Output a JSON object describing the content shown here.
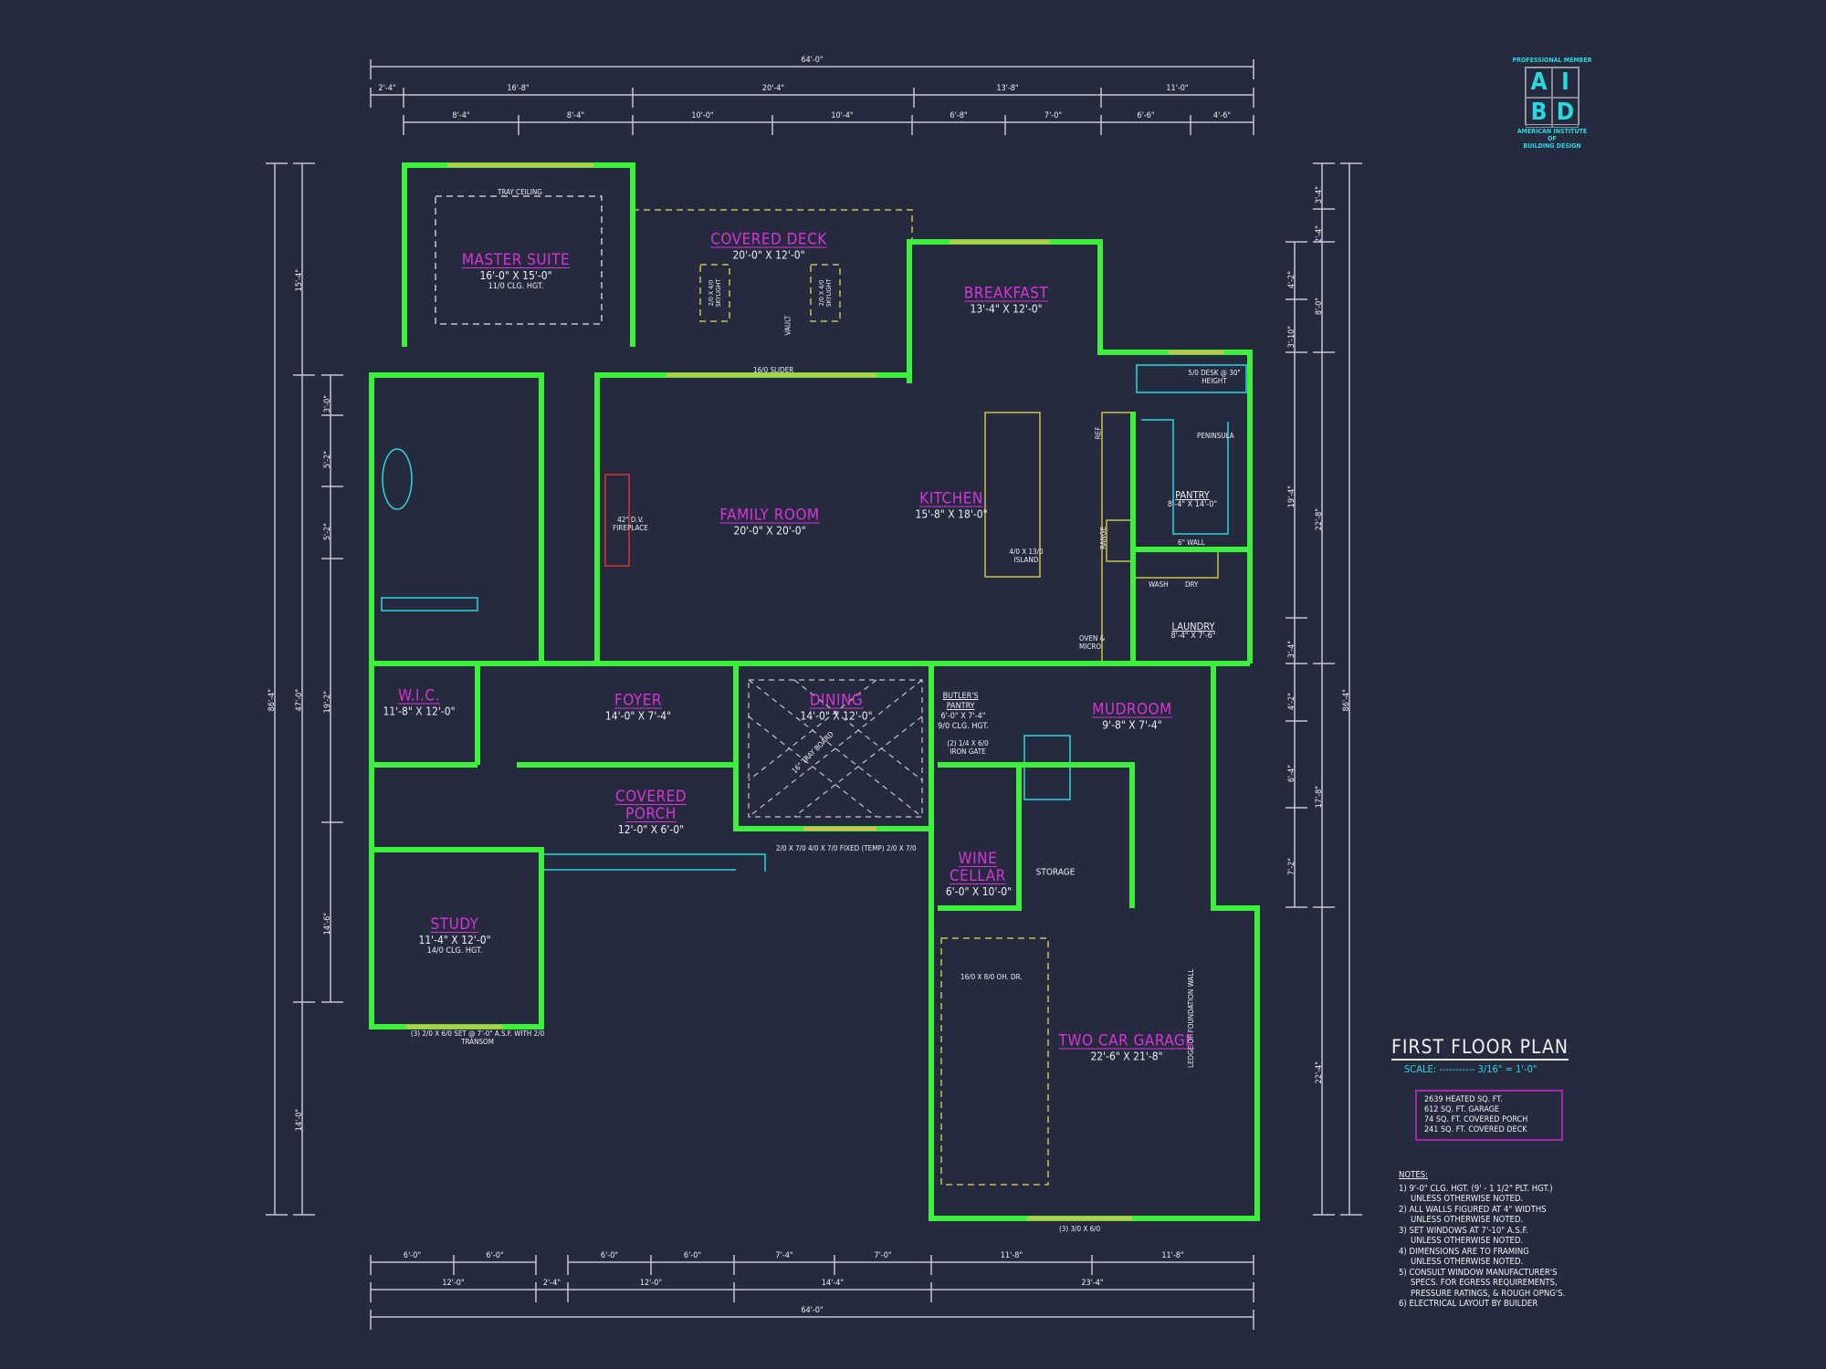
{
  "plan": {
    "title": "FIRST FLOOR PLAN",
    "scale": "SCALE: ----------- 3/16\" = 1'-0\"",
    "areas": [
      "2639 HEATED SQ. FT.",
      "612 SQ. FT. GARAGE",
      "74 SQ. FT. COVERED PORCH",
      "241 SQ. FT. COVERED DECK"
    ],
    "notes_heading": "NOTES:",
    "notes": [
      [
        "1) 9'-0\" CLG. HGT. (9' - 1 1/2\" PLT. HGT.)",
        "UNLESS OTHERWISE NOTED."
      ],
      [
        "2) ALL WALLS FIGURED AT 4\" WIDTHS",
        "UNLESS OTHERWISE NOTED."
      ],
      [
        "3) SET WINDOWS AT 7'-10\" A.S.F.",
        "UNLESS OTHERWISE NOTED."
      ],
      [
        "4) DIMENSIONS ARE TO FRAMING",
        "UNLESS OTHERWISE NOTED."
      ],
      [
        "5) CONSULT WINDOW MANUFACTURER'S",
        "SPECS. FOR EGRESS REQUIREMENTS,",
        "PRESSURE RATINGS, & ROUGH OPNG'S."
      ],
      [
        "6) ELECTRICAL LAYOUT BY BUILDER"
      ]
    ]
  },
  "logo": {
    "top": "PROFESSIONAL MEMBER",
    "letters": [
      "A",
      "I",
      "B",
      "D"
    ],
    "bottom": [
      "AMERICAN INSTITUTE",
      "OF",
      "BUILDING DESIGN"
    ]
  },
  "rooms": [
    {
      "name": "MASTER SUITE",
      "dim": "16'-0\" X 15'-0\"",
      "note": "11/0 CLG. HGT."
    },
    {
      "name": "COVERED DECK",
      "dim": "20'-0\" X 12'-0\""
    },
    {
      "name": "BREAKFAST",
      "dim": "13'-4\" X 12'-0\""
    },
    {
      "name": "FAMILY ROOM",
      "dim": "20'-0\" X 20'-0\""
    },
    {
      "name": "KITCHEN",
      "dim": "15'-8\" X 18'-0\""
    },
    {
      "name": "W.I.C.",
      "dim": "11'-8\" X 12'-0\""
    },
    {
      "name": "FOYER",
      "dim": "14'-0\" X 7'-4\""
    },
    {
      "name": "DINING",
      "dim": "14'-0\" X 12'-0\""
    },
    {
      "name": "MUDROOM",
      "dim": "9'-8\" X 7'-4\""
    },
    {
      "name": "COVERED PORCH",
      "dim": "12'-0\" X 6'-0\""
    },
    {
      "name": "WINE CELLAR",
      "dim": "6'-0\" X 10'-0\""
    },
    {
      "name": "STUDY",
      "dim": "11'-4\" X 12'-0\"",
      "note": "14/0 CLG. HGT."
    },
    {
      "name": "TWO CAR GARAGE",
      "dim": "22'-6\" X 21'-8\""
    }
  ],
  "minor_rooms": [
    {
      "name": "PANTRY",
      "dim": "8'-4\" X 14'-0\""
    },
    {
      "name": "LAUNDRY",
      "dim": "8'-4\" X 7'-6\""
    },
    {
      "name": "BUTLER'S PANTRY",
      "dim": "6'-0\" X 7'-4\"",
      "note": "9/0 CLG. HGT."
    },
    {
      "name": "STORAGE",
      "dim": ""
    }
  ],
  "fixtures": {
    "tray_ceiling": "TRAY CEILING",
    "slider": "16/0 SLIDER",
    "fireplace": "42\" D.V. FIREPLACE",
    "island": "4/0 X 13/0 ISLAND",
    "range": "RANGE",
    "ref": "REF",
    "wash": "WASH",
    "dry": "DRY",
    "peninsula": "PENINSULA",
    "desk": "5/0 DESK @ 30\" HEIGHT",
    "six_wall": "6\" WALL",
    "oven": "OVEN & MICRO",
    "garage_door": "16/0 X 8/0 OH. DR.",
    "garage_door_bottom": "(3) 3/0 X 6/0",
    "vault": "VAULT",
    "skylight": "2/0 X 4/0 SKYLIGHT",
    "study_window": "(3) 2/0 X 6/0 SET @ 7'-0\" A.S.F. WITH 2/0 TRANSOM",
    "porch_windows": "2/0 X 7/0    4/0 X 7/0 FIXED (TEMP)    2/0 X 7/0",
    "tray_board": "16\" TRAY BOARD",
    "iron_gate": "(2) 1/4 X 6/0 IRON GATE",
    "foundation": "LEDGE OF FOUNDATION WALL"
  },
  "dimensions": {
    "top_overall": "64'-0\"",
    "top_row2": [
      "2'-4\"",
      "16'-8\"",
      "20'-4\"",
      "13'-8\"",
      "11'-0\""
    ],
    "top_row3": [
      "8'-4\"",
      "8'-4\"",
      "10'-0\"",
      "10'-4\"",
      "6'-8\"",
      "7'-0\"",
      "6'-6\"",
      "4'-6\""
    ],
    "bottom_row1": [
      "6'-0\"",
      "6'-0\"",
      "6'-0\"",
      "6'-0\"",
      "7'-4\"",
      "7'-0\"",
      "11'-8\"",
      "11'-8\""
    ],
    "bottom_row2": [
      "12'-0\"",
      "2'-4\"",
      "12'-0\"",
      "14'-4\"",
      "23'-4\""
    ],
    "bottom_overall": "64'-0\"",
    "left_overall": "86'-4\"",
    "left_mid": [
      "15'-4\"",
      "47'-0\"",
      "14'-0\""
    ],
    "left_inner": [
      "3'-0\"",
      "5'-2\"",
      "5'-2\"",
      "19'-2\"",
      "14'-6\""
    ],
    "right_overall": "86'-4\"",
    "right_mid": [
      "3'-4\"",
      "2'-4\"",
      "8'-0\"",
      "22'-8\"",
      "17'-8\"",
      "22'-4\""
    ],
    "right_inner": [
      "4'-2\"",
      "3'-10\"",
      "19'-4\"",
      "3'-4\"",
      "4'-2\"",
      "6'-4\"",
      "7'-2\""
    ]
  },
  "colors": {
    "background": "#262a3e",
    "walls": "#3cf03c",
    "room_labels": "#d933d9",
    "cabinetry": "#c8c34a",
    "fixtures": "#2ad8e0",
    "dimension_lines": "#c9c3d0"
  }
}
